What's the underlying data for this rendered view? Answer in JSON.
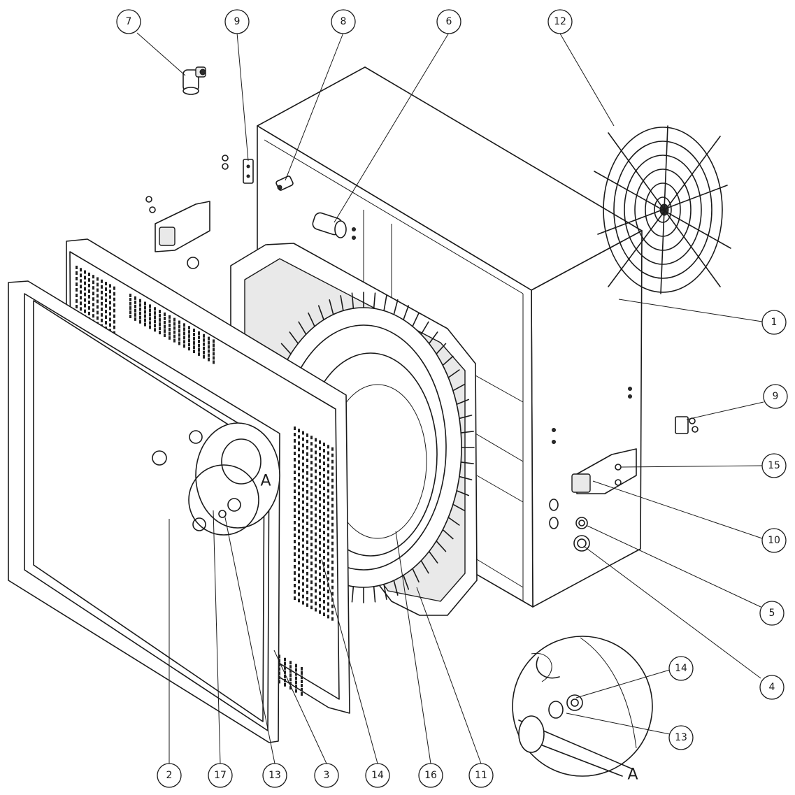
{
  "callouts": [
    {
      "id": "c7",
      "label": "7"
    },
    {
      "id": "c9a",
      "label": "9"
    },
    {
      "id": "c8",
      "label": "8"
    },
    {
      "id": "c6",
      "label": "6"
    },
    {
      "id": "c12",
      "label": "12"
    },
    {
      "id": "c1",
      "label": "1"
    },
    {
      "id": "c9b",
      "label": "9"
    },
    {
      "id": "c15",
      "label": "15"
    },
    {
      "id": "c10",
      "label": "10"
    },
    {
      "id": "c5",
      "label": "5"
    },
    {
      "id": "c4",
      "label": "4"
    },
    {
      "id": "c14a",
      "label": "14"
    },
    {
      "id": "c13a",
      "label": "13"
    },
    {
      "id": "c2",
      "label": "2"
    },
    {
      "id": "c17",
      "label": "17"
    },
    {
      "id": "c13b",
      "label": "13"
    },
    {
      "id": "c3",
      "label": "3"
    },
    {
      "id": "c14b",
      "label": "14"
    },
    {
      "id": "c16",
      "label": "16"
    },
    {
      "id": "c11",
      "label": "11"
    }
  ],
  "detail": {
    "marker_label": "A",
    "view_label": "A"
  }
}
